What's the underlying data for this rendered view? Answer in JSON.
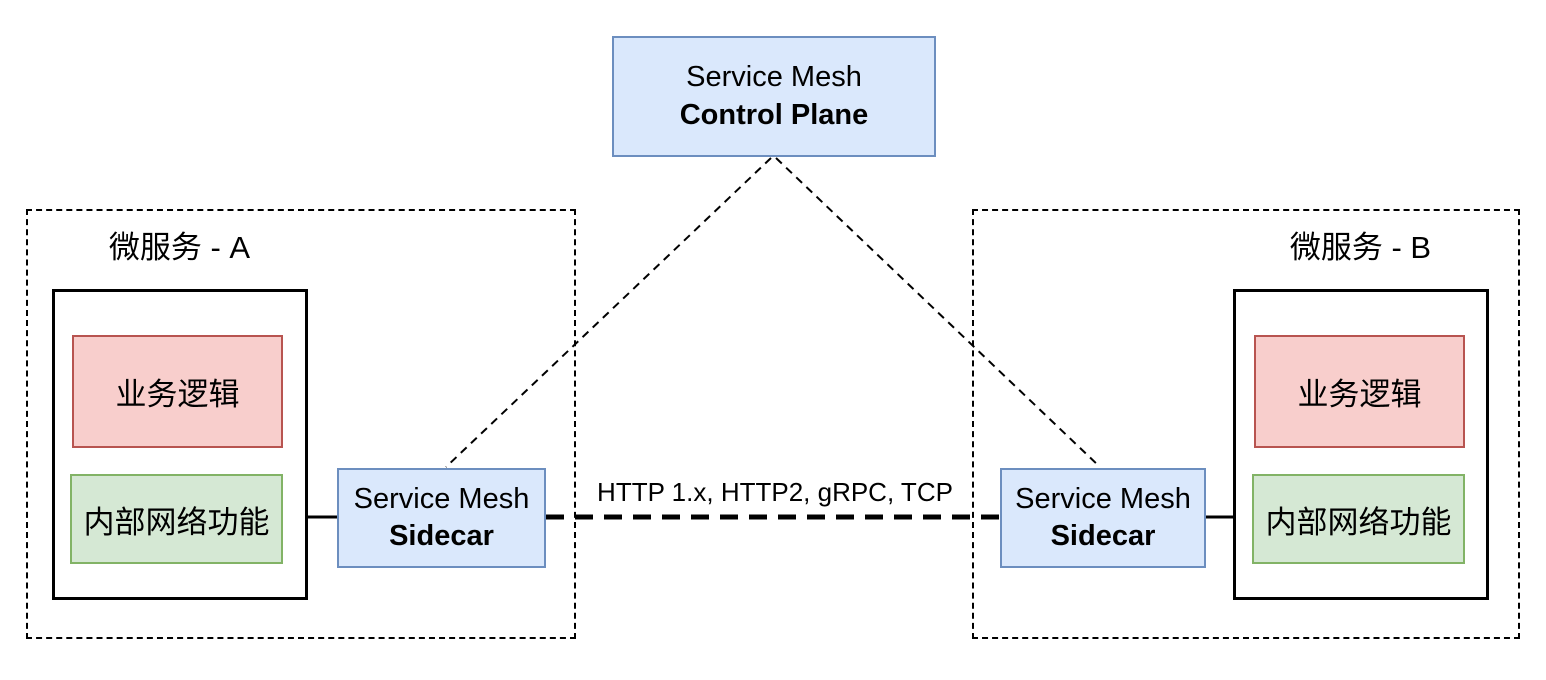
{
  "diagram": {
    "control_plane": {
      "line1": "Service Mesh",
      "line2": "Control Plane"
    },
    "protocol_label": "HTTP 1.x, HTTP2, gRPC, TCP",
    "microservices": [
      {
        "label": "微服务 - A",
        "business_logic_label": "业务逻辑",
        "internal_network_label": "内部网络功能",
        "sidecar": {
          "line1": "Service Mesh",
          "line2": "Sidecar"
        }
      },
      {
        "label": "微服务 - B",
        "business_logic_label": "业务逻辑",
        "internal_network_label": "内部网络功能",
        "sidecar": {
          "line1": "Service Mesh",
          "line2": "Sidecar"
        }
      }
    ],
    "colors": {
      "blue_fill": "#dae8fc",
      "blue_border": "#6c8ebf",
      "red_fill": "#f8cecc",
      "red_border": "#b85450",
      "green_fill": "#d5e8d4",
      "green_border": "#82b366",
      "line_color": "#000000"
    }
  }
}
